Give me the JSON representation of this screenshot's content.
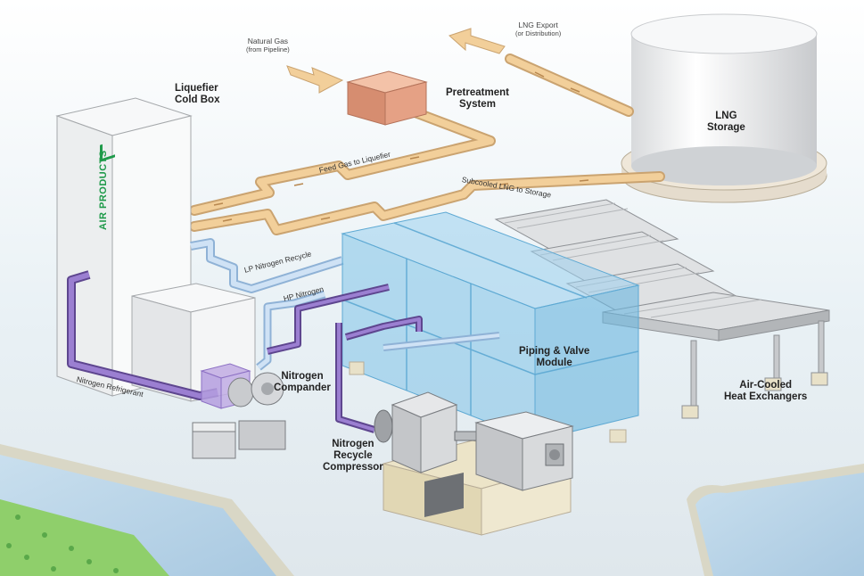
{
  "labels": {
    "liquefier_cold_box": [
      "Liquefier",
      "Cold Box"
    ],
    "pretreatment_system": [
      "Pretreatment",
      "System"
    ],
    "lng_storage": [
      "LNG",
      "Storage"
    ],
    "piping_valve_module": [
      "Piping & Valve",
      "Module"
    ],
    "nitrogen_compander": [
      "Nitrogen",
      "Compander"
    ],
    "nitrogen_recycle_compressor": [
      "Nitrogen",
      "Recycle",
      "Compressor"
    ],
    "air_cooled_heat_exchangers": [
      "Air-Cooled",
      "Heat Exchangers"
    ],
    "natural_gas": "Natural Gas",
    "natural_gas_sub": "(from Pipeline)",
    "lng_export": "LNG Export",
    "lng_export_sub": "(or Distribution)"
  },
  "pipe_labels": {
    "feed_gas": "Feed Gas to Liquefier",
    "subcooled_lng": "Subcooled LNG to Storage",
    "lp_nitrogen": "LP Nitrogen Recycle",
    "hp_nitrogen": "HP Nitrogen",
    "nitrogen_refrigerant": "Nitrogen Refrigerant"
  },
  "logo_text": "AIR PRODUCTS",
  "colors": {
    "gas_pipe": "#f2cf9a",
    "nitrogen_lp_pipe": "#b9d3ee",
    "nitrogen_refrigerant_pipe": "#8d71c4",
    "module_glass": "#7fc3e8",
    "pretreatment_box": "#e5a185",
    "logo": "#1f9a4a"
  }
}
